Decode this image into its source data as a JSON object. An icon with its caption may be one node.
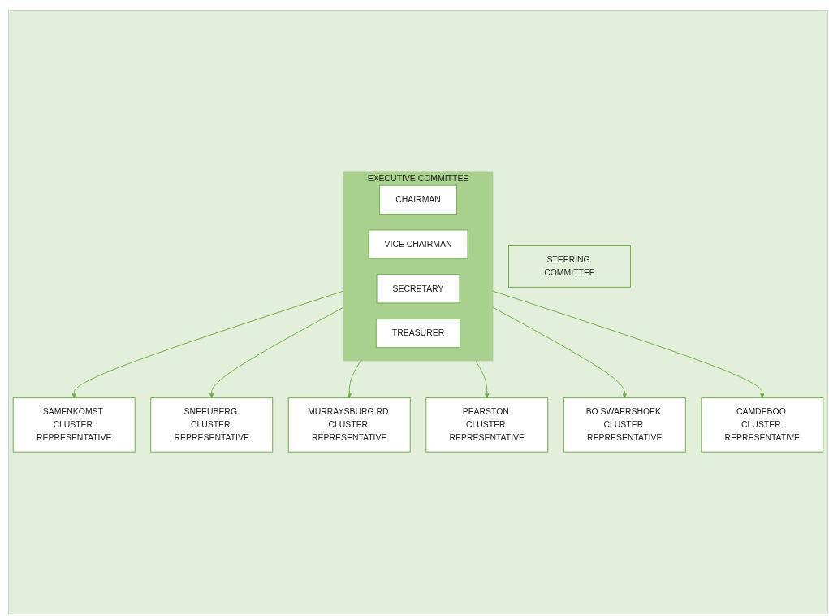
{
  "diagram": {
    "nodes": [
      {
        "text": [
          "STEERING COMMITTEE"
        ]
      },
      {
        "text": [
          "EXECUTIVE COMMITTEE"
        ]
      },
      {
        "text": [
          "CHAIRMAN"
        ],
        "in": 1
      },
      {
        "text": [
          "VICE CHAIRMAN"
        ],
        "in": 1
      },
      {
        "text": [
          "SECRETARY"
        ],
        "in": 1
      },
      {
        "text": [
          "TREASURER"
        ],
        "in": 1
      },
      {
        "text": [
          "SAMENKOMST CLUSTER REPRESENTATIVE"
        ]
      },
      {
        "text": [
          "CAMDEBOO CLUSTER REPRESENTATIVE"
        ]
      },
      {
        "text": [
          "SNEEUBERG CLUSTER REPRESENTATIVE"
        ]
      },
      {
        "text": [
          "BO SWAERSHOEK CLUSTER REPRESENTATIVE"
        ]
      },
      {
        "text": [
          "MURRAYSBURG RD CLUSTER REPRESENTATIVE"
        ]
      },
      {
        "text": [
          "PEARSTON CLUSTER REPRESENTATIVE"
        ]
      }
    ],
    "edges": [
      {
        "from": 1,
        "to": 6,
        "arrow": "to"
      },
      {
        "from": 1,
        "to": 8,
        "arrow": "to"
      },
      {
        "from": 1,
        "to": 10,
        "arrow": "to"
      },
      {
        "from": 1,
        "to": 11,
        "arrow": "to"
      },
      {
        "from": 1,
        "to": 9,
        "arrow": "to"
      },
      {
        "from": 1,
        "to": 7,
        "arrow": "to"
      }
    ]
  }
}
